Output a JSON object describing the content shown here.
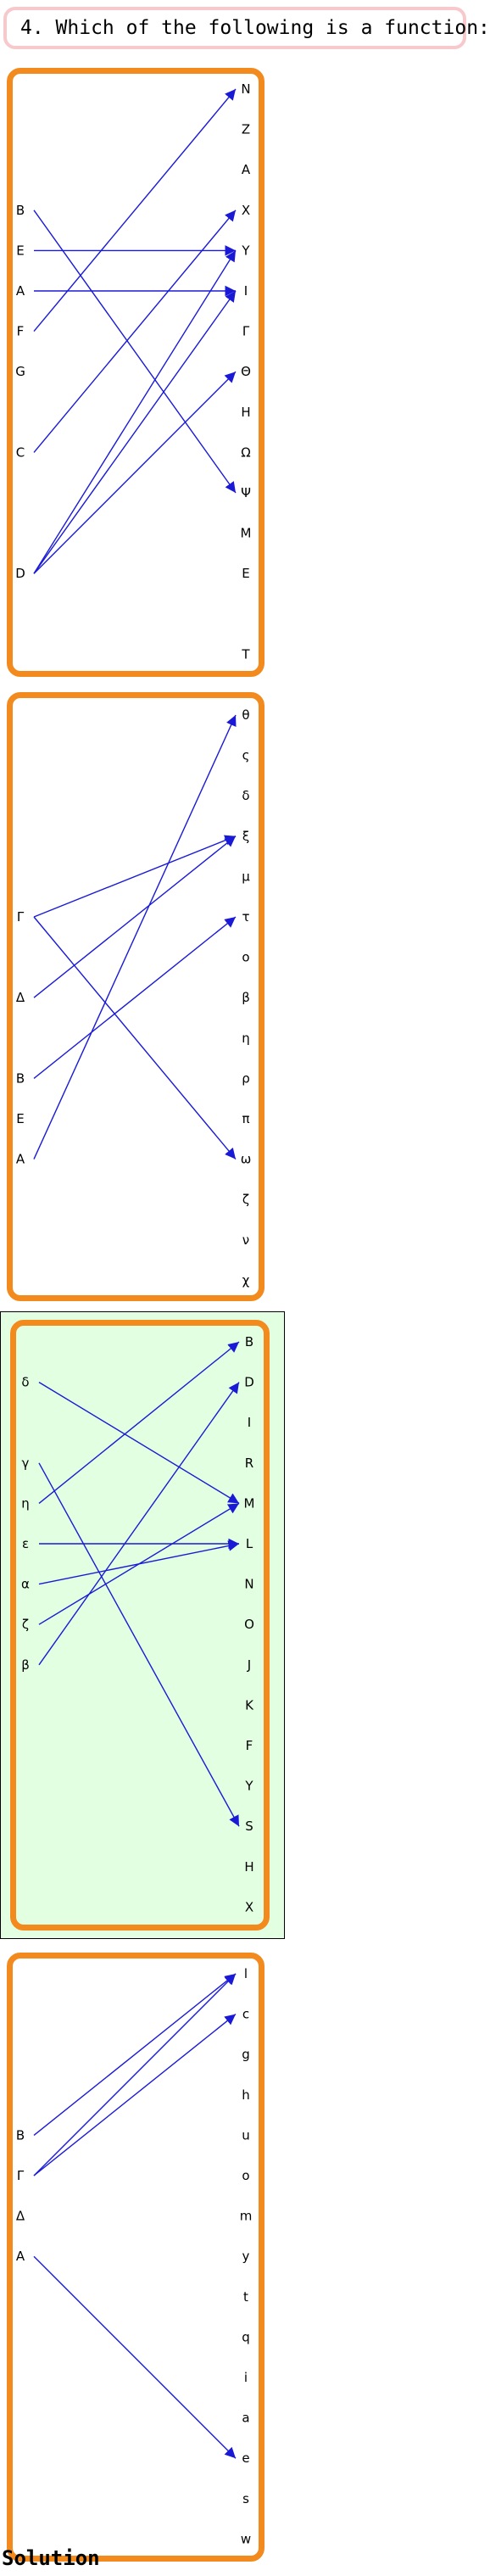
{
  "question": {
    "text": "4. Which of the following is a function:"
  },
  "footer": {
    "label": "Solution"
  },
  "colors": {
    "panel_border": "#f28a1e",
    "arrow": "#1a1ad6",
    "highlight_bg": "#e2ffe2",
    "question_border": "#f7c8cc"
  },
  "options": [
    {
      "selected": false,
      "domain": [
        "B",
        "E",
        "A",
        "F",
        "G",
        "C",
        "D"
      ],
      "codomain": [
        "N",
        "Z",
        "A",
        "X",
        "Y",
        "I",
        "Γ",
        "Θ",
        "H",
        "Ω",
        "Ψ",
        "M",
        "E",
        "",
        "T"
      ],
      "mappings": [
        [
          "B",
          "Ψ"
        ],
        [
          "E",
          "Y"
        ],
        [
          "A",
          "I"
        ],
        [
          "F",
          "N"
        ],
        [
          "C",
          "X"
        ],
        [
          "D",
          "Y"
        ],
        [
          "D",
          "I"
        ],
        [
          "D",
          "Θ"
        ]
      ]
    },
    {
      "selected": false,
      "domain": [
        "Γ",
        "Δ",
        "B",
        "E",
        "A"
      ],
      "codomain": [
        "θ",
        "ς",
        "δ",
        "ξ",
        "μ",
        "τ",
        "ο",
        "β",
        "η",
        "ρ",
        "π",
        "ω",
        "ζ",
        "ν",
        "χ"
      ],
      "mappings": [
        [
          "Γ",
          "ξ"
        ],
        [
          "Γ",
          "ω"
        ],
        [
          "Δ",
          "ξ"
        ],
        [
          "B",
          "τ"
        ],
        [
          "A",
          "θ"
        ]
      ]
    },
    {
      "selected": true,
      "domain": [
        "δ",
        "γ",
        "η",
        "ε",
        "α",
        "ζ",
        "β"
      ],
      "codomain": [
        "B",
        "D",
        "I",
        "R",
        "M",
        "L",
        "N",
        "O",
        "J",
        "K",
        "F",
        "Y",
        "S",
        "H",
        "X"
      ],
      "mappings": [
        [
          "δ",
          "M"
        ],
        [
          "γ",
          "S"
        ],
        [
          "η",
          "B"
        ],
        [
          "ε",
          "L"
        ],
        [
          "α",
          "L"
        ],
        [
          "ζ",
          "M"
        ],
        [
          "β",
          "D"
        ]
      ]
    },
    {
      "selected": false,
      "domain": [
        "B",
        "Γ",
        "Δ",
        "A"
      ],
      "codomain": [
        "l",
        "c",
        "g",
        "h",
        "u",
        "o",
        "m",
        "y",
        "t",
        "q",
        "i",
        "a",
        "e",
        "s",
        "w"
      ],
      "mappings": [
        [
          "B",
          "l"
        ],
        [
          "Γ",
          "l"
        ],
        [
          "Γ",
          "c"
        ],
        [
          "A",
          "e"
        ]
      ]
    }
  ]
}
